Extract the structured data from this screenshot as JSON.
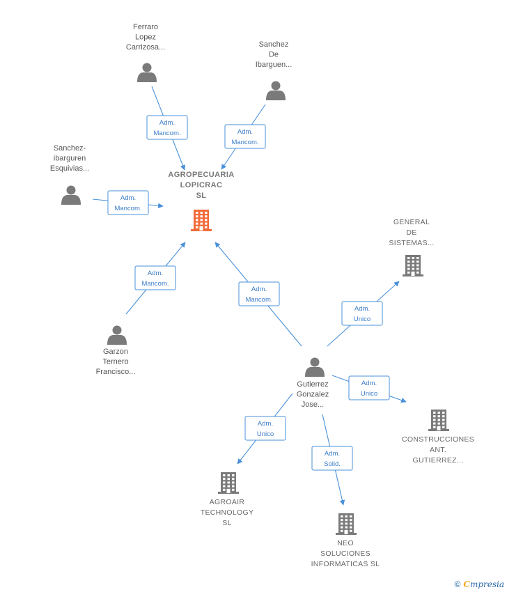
{
  "colors": {
    "edge": "#4a90d9",
    "person": "#7a7a7a",
    "company": "#7a7a7a",
    "focus_company": "#f26b3a"
  },
  "nodes": [
    {
      "id": "agropecuaria",
      "type": "company-focus",
      "lines": [
        "AGROPECUARIA",
        "LOPICRAC",
        "SL"
      ]
    },
    {
      "id": "ferraro",
      "type": "person",
      "lines": [
        "Ferraro",
        "Lopez",
        "Carrizosa..."
      ]
    },
    {
      "id": "sanchez-de",
      "type": "person",
      "lines": [
        "Sanchez",
        "De",
        "Ibarguen..."
      ]
    },
    {
      "id": "sanchez-ibarguren",
      "type": "person",
      "lines": [
        "Sanchez-",
        "ibarguren",
        "Esquivias..."
      ]
    },
    {
      "id": "garzon",
      "type": "person",
      "lines": [
        "Garzon",
        "Ternero",
        "Francisco..."
      ]
    },
    {
      "id": "gutierrez",
      "type": "person",
      "lines": [
        "Gutierrez",
        "Gonzalez",
        "Jose..."
      ]
    },
    {
      "id": "general",
      "type": "company",
      "lines": [
        "GENERAL",
        "DE",
        "SISTEMAS..."
      ]
    },
    {
      "id": "construcciones",
      "type": "company",
      "lines": [
        "CONSTRUCCIONES",
        "ANT.",
        "GUTIERREZ..."
      ]
    },
    {
      "id": "agroair",
      "type": "company",
      "lines": [
        "AGROAIR",
        "TECHNOLOGY",
        "SL"
      ]
    },
    {
      "id": "neo",
      "type": "company",
      "lines": [
        "NEO",
        "SOLUCIONES",
        "INFORMATICAS SL"
      ]
    }
  ],
  "edges": [
    {
      "from": "ferraro",
      "to": "agropecuaria",
      "lines": [
        "Adm.",
        "Mancom."
      ]
    },
    {
      "from": "sanchez-de",
      "to": "agropecuaria",
      "lines": [
        "Adm.",
        "Mancom."
      ]
    },
    {
      "from": "sanchez-ibarguren",
      "to": "agropecuaria",
      "lines": [
        "Adm.",
        "Mancom."
      ]
    },
    {
      "from": "garzon",
      "to": "agropecuaria",
      "lines": [
        "Adm.",
        "Mancom."
      ]
    },
    {
      "from": "gutierrez",
      "to": "agropecuaria",
      "lines": [
        "Adm.",
        "Mancom."
      ]
    },
    {
      "from": "gutierrez",
      "to": "general",
      "lines": [
        "Adm.",
        "Unico"
      ]
    },
    {
      "from": "gutierrez",
      "to": "construcciones",
      "lines": [
        "Adm.",
        "Unico"
      ]
    },
    {
      "from": "gutierrez",
      "to": "agroair",
      "lines": [
        "Adm.",
        "Unico"
      ]
    },
    {
      "from": "gutierrez",
      "to": "neo",
      "lines": [
        "Adm.",
        "Solid."
      ]
    }
  ],
  "footer": {
    "copyright": "©",
    "brand_initial": "C",
    "brand_rest": "mpresia"
  }
}
